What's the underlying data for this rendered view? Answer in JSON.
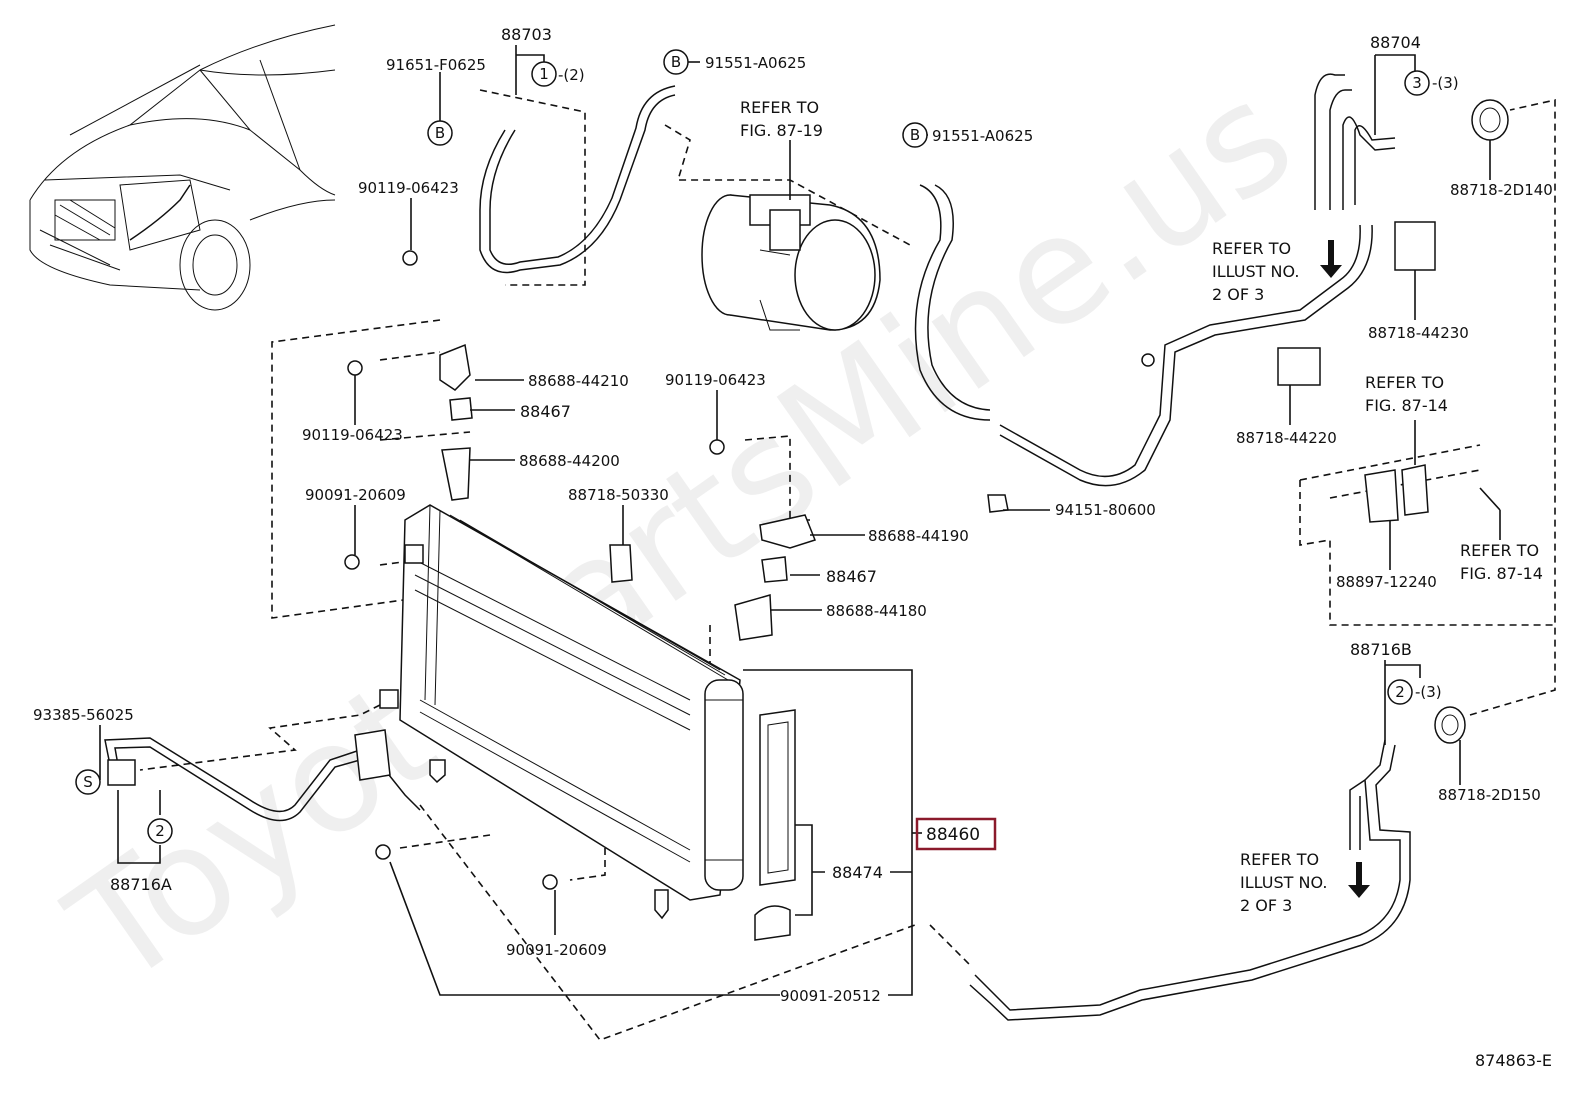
{
  "watermark": "ToyotaPartsMine.us",
  "figure_code": "874863-E",
  "highlight": {
    "part_number": "88460",
    "color": "#8b1a2b"
  },
  "part_labels": {
    "p88703": "88703",
    "p91651_F0625": "91651-F0625",
    "p90119_06423_top": "90119-06423",
    "p91551_A0625_a": "91551-A0625",
    "p91551_A0625_b": "91551-A0625",
    "p88704": "88704",
    "p88718_2D140": "88718-2D140",
    "p88718_44230": "88718-44230",
    "p88688_44210": "88688-44210",
    "p88467_a": "88467",
    "p90119_06423_mid": "90119-06423",
    "p88688_44200": "88688-44200",
    "p90119_06423_right": "90119-06423",
    "p88718_44220": "88718-44220",
    "p90091_20609_a": "90091-20609",
    "p88718_50330": "88718-50330",
    "p88688_44190": "88688-44190",
    "p94151_80600": "94151-80600",
    "p88467_b": "88467",
    "p88688_44180": "88688-44180",
    "p88897_12240": "88897-12240",
    "p88716B": "88716B",
    "p88718_2D150": "88718-2D150",
    "p93385_56025": "93385-56025",
    "p88716A": "88716A",
    "p88474": "88474",
    "p90091_20609_b": "90091-20609",
    "p90091_20512": "90091-20512"
  },
  "refer_notes": {
    "fig87_19": [
      "REFER TO",
      "FIG. 87-19"
    ],
    "illust_top": [
      "REFER TO",
      "ILLUST NO.",
      "2 OF 3"
    ],
    "fig87_14_a": [
      "REFER TO",
      "FIG. 87-14"
    ],
    "fig87_14_b": [
      "REFER TO",
      "FIG. 87-14"
    ],
    "illust_bottom": [
      "REFER TO",
      "ILLUST NO.",
      "2 OF 3"
    ]
  },
  "callouts": {
    "circle_1": "1",
    "qty_1": "-(2)",
    "circle_3": "3",
    "qty_3": "-(3)",
    "circle_2_right": "2",
    "qty_2": "-(3)",
    "circle_2_left": "2",
    "B_a": "B",
    "B_b": "B",
    "B_c": "B",
    "S": "S"
  }
}
